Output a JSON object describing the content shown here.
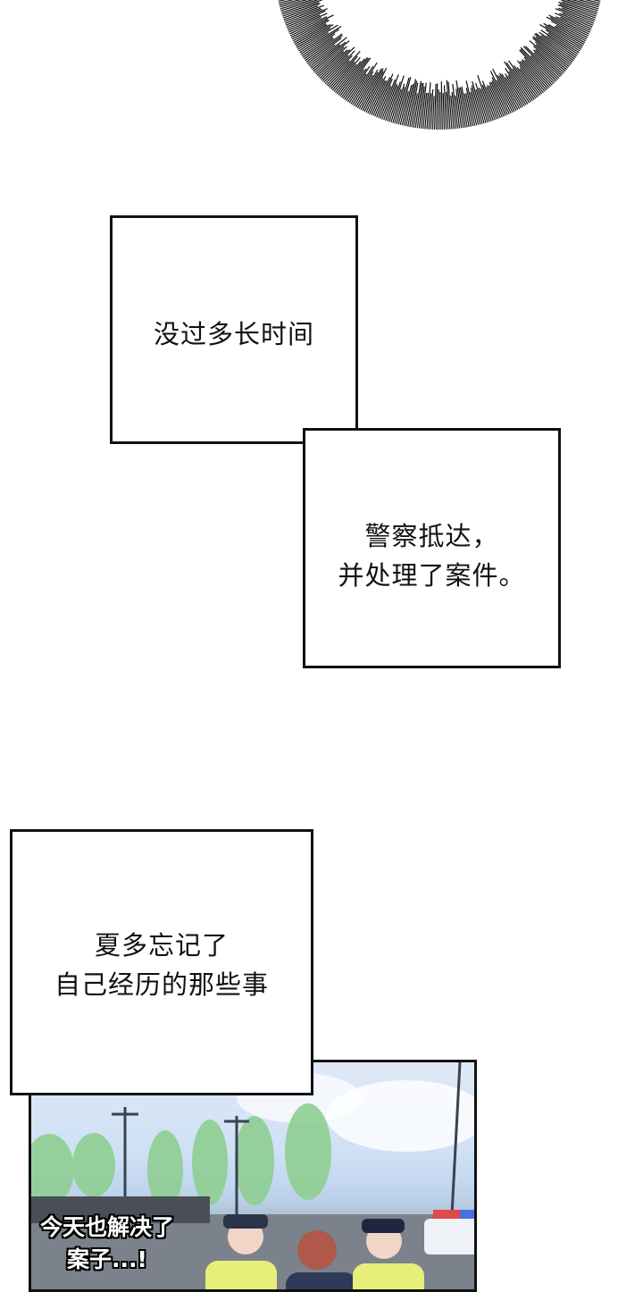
{
  "captions": [
    {
      "lines": [
        "没过多长时间"
      ]
    },
    {
      "lines": [
        "警察抵达，",
        "并处理了案件。"
      ]
    },
    {
      "lines": [
        "夏多忘记了",
        "自己经历的那些事"
      ]
    }
  ],
  "speech": {
    "lines": [
      "今天也解决了",
      "案子...!"
    ]
  },
  "colors": {
    "ink": "#111111",
    "sky": "#cfe0f5",
    "tree": "#8fcf92"
  }
}
